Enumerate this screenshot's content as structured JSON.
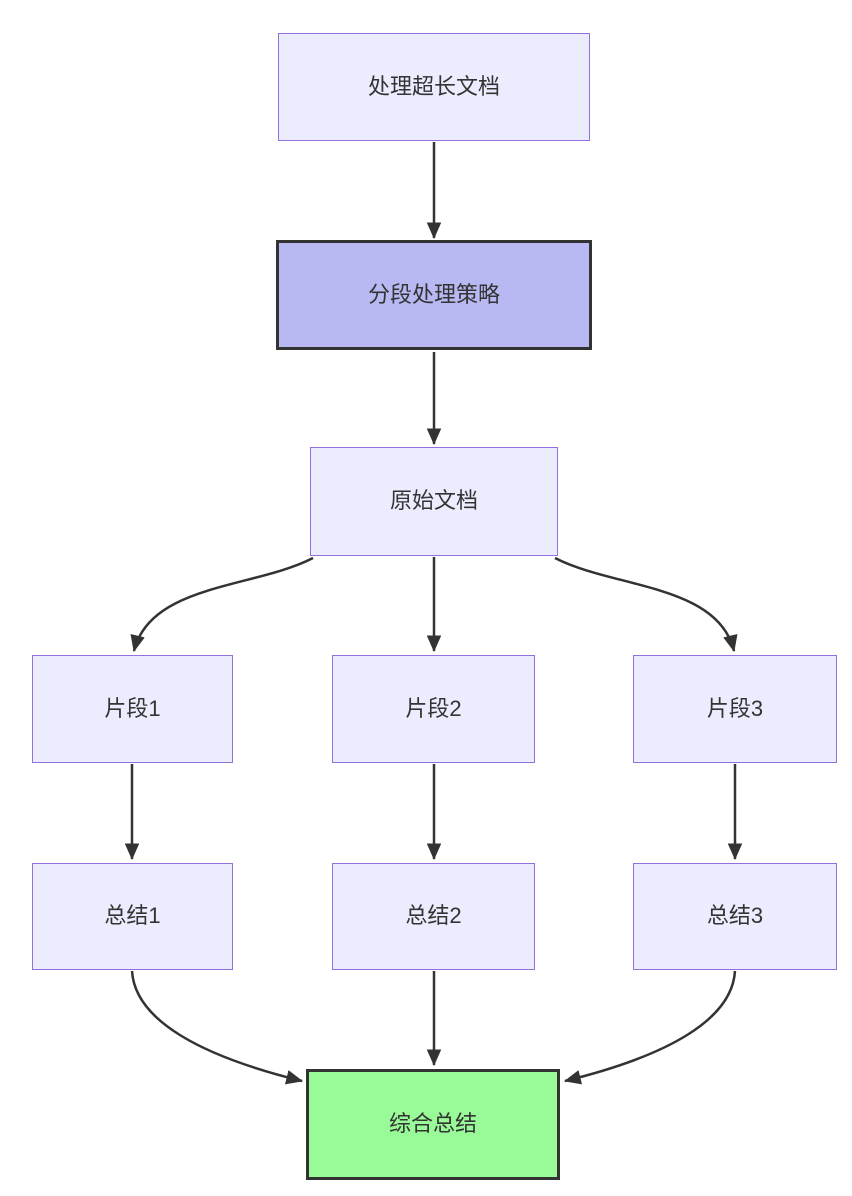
{
  "diagram": {
    "type": "flowchart",
    "direction": "top-down"
  },
  "colors": {
    "background": "#ffffff",
    "node_fill": "#ECECFF",
    "node_border": "#9370DB",
    "emphasis_fill": "#B8B8F2",
    "emphasis_border": "#333333",
    "success_fill": "#98FB98",
    "success_border": "#333333",
    "edge_color": "#333333",
    "text_color": "#333333"
  },
  "nodes": [
    {
      "id": "process-doc",
      "label": "处理超长文档",
      "style": "default"
    },
    {
      "id": "strategy",
      "label": "分段处理策略",
      "style": "emphasis"
    },
    {
      "id": "original-doc",
      "label": "原始文档",
      "style": "default"
    },
    {
      "id": "segment-1",
      "label": "片段1",
      "style": "default"
    },
    {
      "id": "segment-2",
      "label": "片段2",
      "style": "default"
    },
    {
      "id": "segment-3",
      "label": "片段3",
      "style": "default"
    },
    {
      "id": "summary-1",
      "label": "总结1",
      "style": "default"
    },
    {
      "id": "summary-2",
      "label": "总结2",
      "style": "default"
    },
    {
      "id": "summary-3",
      "label": "总结3",
      "style": "default"
    }
  ],
  "final_node": {
    "id": "final-summary",
    "label": "综合总结",
    "style": "success"
  },
  "edges": [
    {
      "from": "process-doc",
      "to": "strategy"
    },
    {
      "from": "strategy",
      "to": "original-doc"
    },
    {
      "from": "original-doc",
      "to": "segment-1"
    },
    {
      "from": "original-doc",
      "to": "segment-2"
    },
    {
      "from": "original-doc",
      "to": "segment-3"
    },
    {
      "from": "segment-1",
      "to": "summary-1"
    },
    {
      "from": "segment-2",
      "to": "summary-2"
    },
    {
      "from": "segment-3",
      "to": "summary-3"
    },
    {
      "from": "summary-1",
      "to": "final-summary"
    },
    {
      "from": "summary-2",
      "to": "final-summary"
    },
    {
      "from": "summary-3",
      "to": "final-summary"
    }
  ]
}
